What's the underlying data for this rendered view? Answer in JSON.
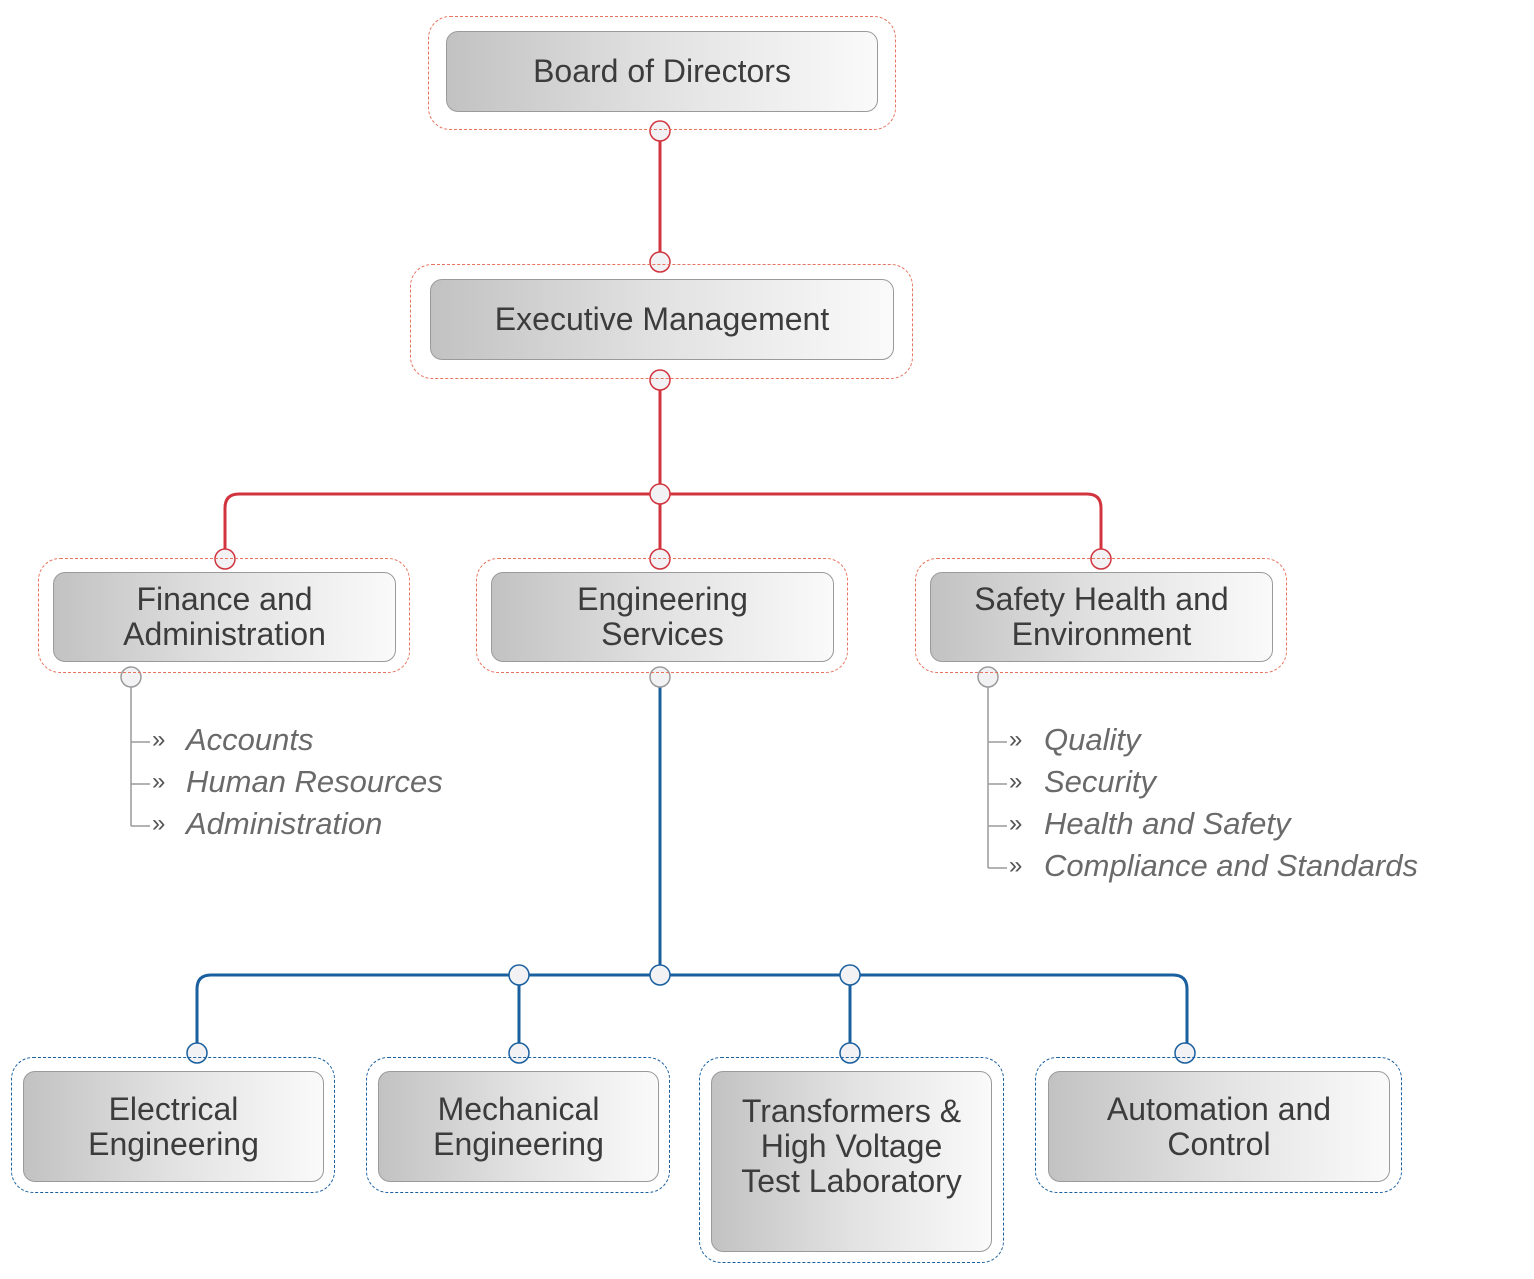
{
  "colors": {
    "top_connector": "#d1343f",
    "bottom_connector": "#1a5f9e",
    "sub_connector": "#9a9a9a",
    "top_box_border": "#e8735f",
    "bottom_box_border": "#1a5f9e"
  },
  "board": {
    "label": "Board of Directors"
  },
  "executive": {
    "label": "Executive Management"
  },
  "departments": [
    {
      "line1": "Finance and",
      "line2": "Administration"
    },
    {
      "line1": "Engineering",
      "line2": "Services"
    },
    {
      "line1": "Safety Health and",
      "line2": "Environment"
    }
  ],
  "finance_units": [
    "Accounts",
    "Human Resources",
    "Administration"
  ],
  "safety_units": [
    "Quality",
    "Security",
    "Health and Safety",
    "Compliance and Standards"
  ],
  "bullet": "»",
  "engineering_units": [
    {
      "line1": "Electrical",
      "line2": "Engineering"
    },
    {
      "line1": "Mechanical",
      "line2": "Engineering"
    },
    {
      "line1": "Transformers &",
      "line2": "High Voltage",
      "line3": "Test Laboratory"
    },
    {
      "line1": "Automation and",
      "line2": "Control"
    }
  ]
}
